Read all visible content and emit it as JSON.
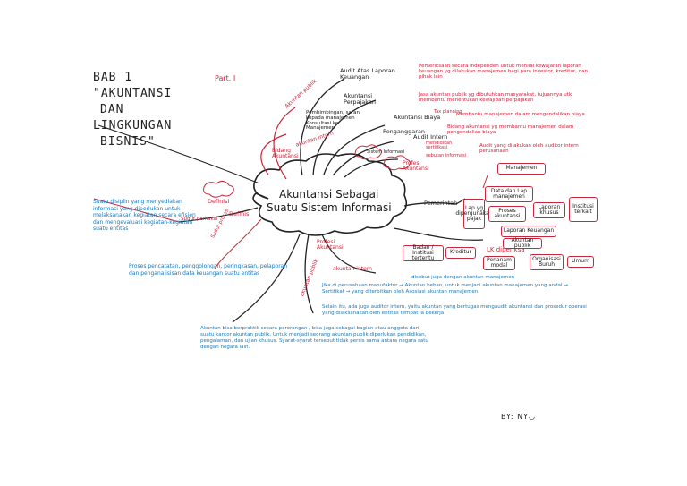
{
  "header": {
    "bab": "BAB 1",
    "title_lines": [
      "\"AKUNTANSI",
      "DAN",
      "LINGKUNGAN",
      "BISNIS\""
    ],
    "part": "Part. I"
  },
  "center": {
    "line1": "Akuntansi Sebagai",
    "line2": "Suatu Sistem Informasi"
  },
  "top_branch": {
    "audit_laporan": "Audit Atas Laporan Keuangan",
    "audit_laporan_desc": "Pemeriksaan secara independen untuk menilai kewajaran laporan keuangan yg dilakukan manajemen bagi para investor, kreditur, dan pihak lain",
    "akuntansi_perpajakan": "Akuntansi Perpajakan",
    "akuntansi_perpajakan_desc": "Jasa akuntan publik yg dibutuhkan masyarakat, tujuannya utk membantu menentukan kewajiban perpajakan",
    "akuntansi_perpajakan_note": "Tax planning",
    "konsultasi": "Pembimbingan, saran kepada manajemen Konsultasi ke Manajemen",
    "akuntansi_biaya": "Akuntansi Biaya",
    "akuntansi_biaya_desc": "Membantu manajemen dalam mengendalikan biaya",
    "penganggaran": "Penganggaran",
    "penganggaran_desc": "Bidang akuntansi yg membantu manajemen dalam pengendalian biaya",
    "audit_intern": "Audit Intern",
    "audit_intern_desc": "Audit yang dilakukan oleh auditor intern perusahaan",
    "sistem_informasi": "Sistem Informasi",
    "label_akuntan_publik": "Akuntan publik",
    "label_akuntan_intern": "akuntan intern",
    "label_bidang_akuntansi": "Bidang Akuntansi",
    "label_profesi": "Profesi Akuntansi",
    "mendidikan": "mendidikan sertifikasi",
    "sertifikasi_desc": "sebutan informasi"
  },
  "right_branch": {
    "manajemen": "Manajemen",
    "data_lap": "Data dan Lap manajemen",
    "pemerintah": "Pemerintah",
    "lap_pemerintah": "Lap yg dipergunakan pajak",
    "proses_akuntansi": "Proses akuntansi",
    "laporan_khusus": "Laporan khusus",
    "institusi": "Institusi terkait",
    "laporan_keuangan": "Laporan Keuangan",
    "akuntan_publik": "Akuntan publik",
    "badan_institusi": "Badan / Institusi tertentu",
    "kreditur": "Kreditur",
    "lk_diperiksa": "LK diperiksa",
    "penanam_modal": "Penanam modal",
    "organisasi_buruh": "Organisasi Buruh",
    "umum": "Umum"
  },
  "left_branch": {
    "label_definisi": "Definisi",
    "label_sudut_pemakai": "Sudut pemakai",
    "label_sudut_proses": "Sudut proses",
    "label_definisi_2": "Definisi",
    "def1": "Suatu disiplin yang menyediakan informasi yang diperlukan untuk melaksanakan kegiatan secara efisien dan mengevaluasi kegiatan-kegiatan suatu entitas",
    "def2": "Proses pencatatan, penggolongan, peringkasan, pelaporan dan penganalisisan data keuangan suatu entitas"
  },
  "bottom_branch": {
    "label_profesi": "Profesi Akuntansi",
    "label_akuntan_intern": "akuntan intern",
    "label_akuntan_publik": "akuntan publik",
    "p1": "Jika di perusahaan manufaktur → Akuntan beban, untuk menjadi akuntan manajemen yang andal → Sertifikat → yang diterbitkan oleh Asosiasi akuntan manajemen.",
    "p1_head": "disebut juga dengan akuntan manajemen",
    "p2": "Selain itu, ada juga auditor intern, yaitu akuntan yang bertugas mengaudit akuntansi dan prosedur operasi yang dilaksanakan oleh entitas tempat ia bekerja",
    "p3": "Akuntan bisa berpraktik secara perorangan / bisa juga sebagai bagian atau anggota dari suatu kantor akuntan publik. Untuk menjadi seorang akuntan publik diperlukan pendidikan, pengalaman, dan ujian khusus. Syarat-syarat tersebut tidak persis sama antara negara satu dengan negara lain."
  },
  "footer": {
    "author": "BY: NY◡"
  }
}
